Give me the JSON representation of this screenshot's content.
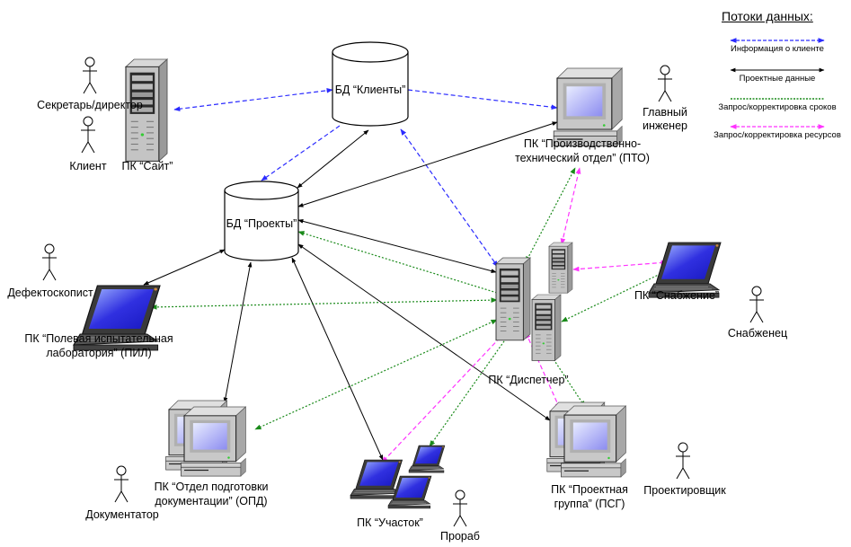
{
  "legend": {
    "title": "Потоки данных:",
    "items": [
      {
        "key": "client_info",
        "label": "Информация о клиенте",
        "color": "#2b2bff",
        "style": "dashed"
      },
      {
        "key": "project_data",
        "label": "Проектные данные",
        "color": "#000000",
        "style": "solid"
      },
      {
        "key": "schedule",
        "label": "Запрос/корректировка сроков",
        "color": "#1a8a1a",
        "style": "dotted"
      },
      {
        "key": "resources",
        "label": "Запрос/корректировка ресурсов",
        "color": "#ff33ff",
        "style": "dashed"
      }
    ]
  },
  "databases": {
    "clients": "БД “Клиенты”",
    "projects": "БД “Проекты”"
  },
  "nodes": {
    "site": "ПК “Сайт”",
    "pto_line1": "ПК “Производственно-",
    "pto_line2": "технический отдел” (ПТО)",
    "pil_line1": "ПК “Полевая испытательная",
    "pil_line2": "лаборатория” (ПИЛ)",
    "dispatcher": "ПК “Диспетчер”",
    "supply": "ПК “Снабжение”",
    "opd_line1": "ПК “Отдел подготовки",
    "opd_line2": "документации” (ОПД)",
    "site_area": "ПК “Участок”",
    "psg_line1": "ПК “Проектная",
    "psg_line2": "группа” (ПСГ)"
  },
  "actors": {
    "secretary": "Секретарь/директор",
    "client": "Клиент",
    "chief_line1": "Главный",
    "chief_line2": "инженер",
    "defectoscopist": "Дефектоскопист",
    "supplier": "Снабженец",
    "documenter": "Документатор",
    "foreman": "Прораб",
    "designer": "Проектировщик"
  }
}
